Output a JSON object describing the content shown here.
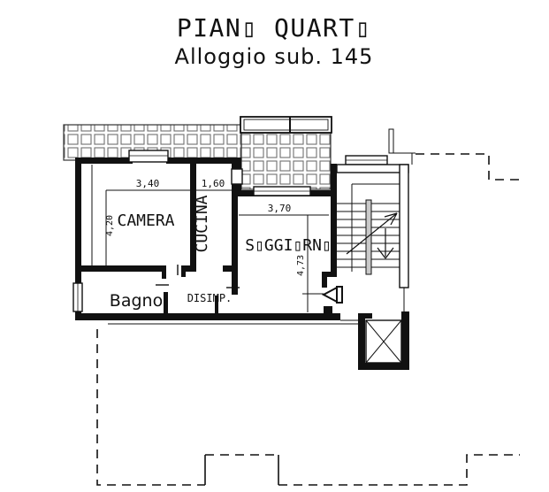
{
  "title": {
    "line1": "PIAN▯ QUART▯",
    "line2": "Alloggio sub. 145"
  },
  "rooms": {
    "camera": {
      "label": "CAMERA"
    },
    "cucina": {
      "label": "CUCINA"
    },
    "soggiorno": {
      "label": "S▯GGI▯RN▯"
    },
    "bagno": {
      "label": "Bagno"
    },
    "disimpegno": {
      "label": "DISIMP."
    }
  },
  "dimensions": {
    "camera_width": "3,40",
    "cucina_width": "1,60",
    "soggiorno_width": "3,70",
    "camera_height": "4,20",
    "soggiorno_height": "4,73"
  },
  "colors": {
    "ink": "#111111",
    "tile_line": "#6f6f6f",
    "background": "#ffffff"
  }
}
